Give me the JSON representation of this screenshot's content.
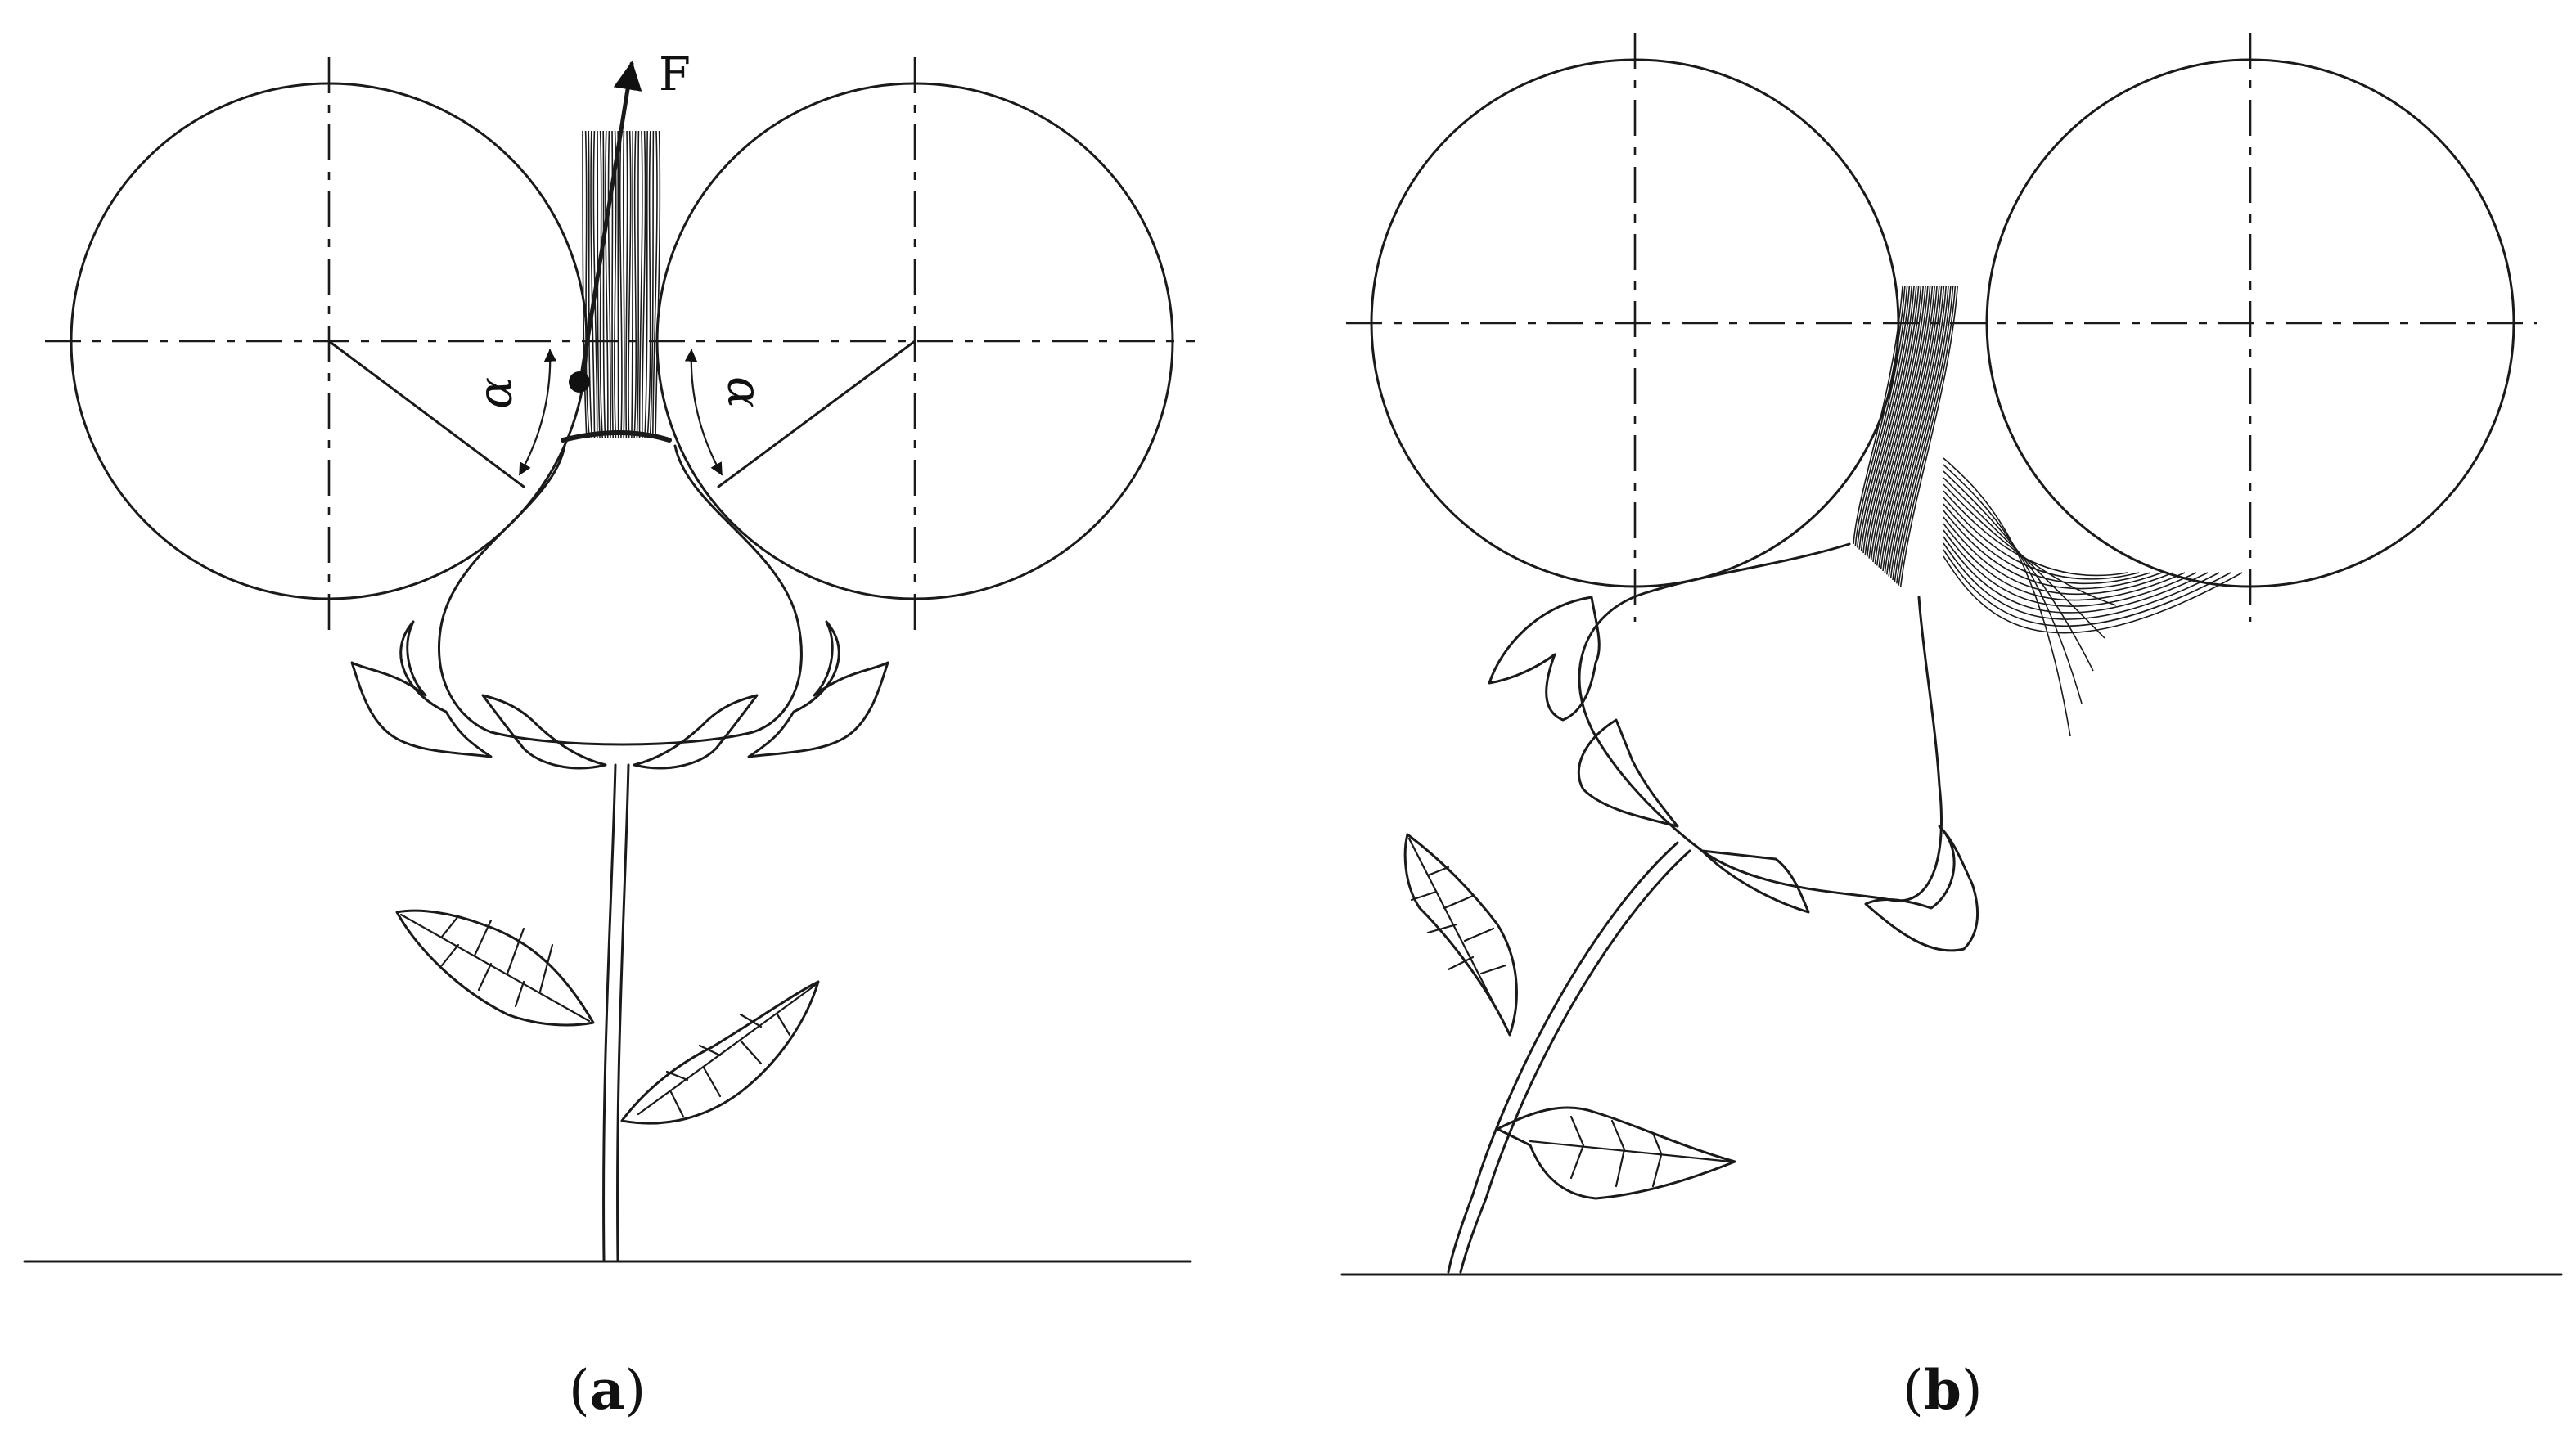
{
  "panels": [
    {
      "id": "a",
      "letter": "a",
      "force_label": "F",
      "angle_label_left": "α",
      "angle_label_right": "α"
    },
    {
      "id": "b",
      "letter": "b"
    }
  ]
}
